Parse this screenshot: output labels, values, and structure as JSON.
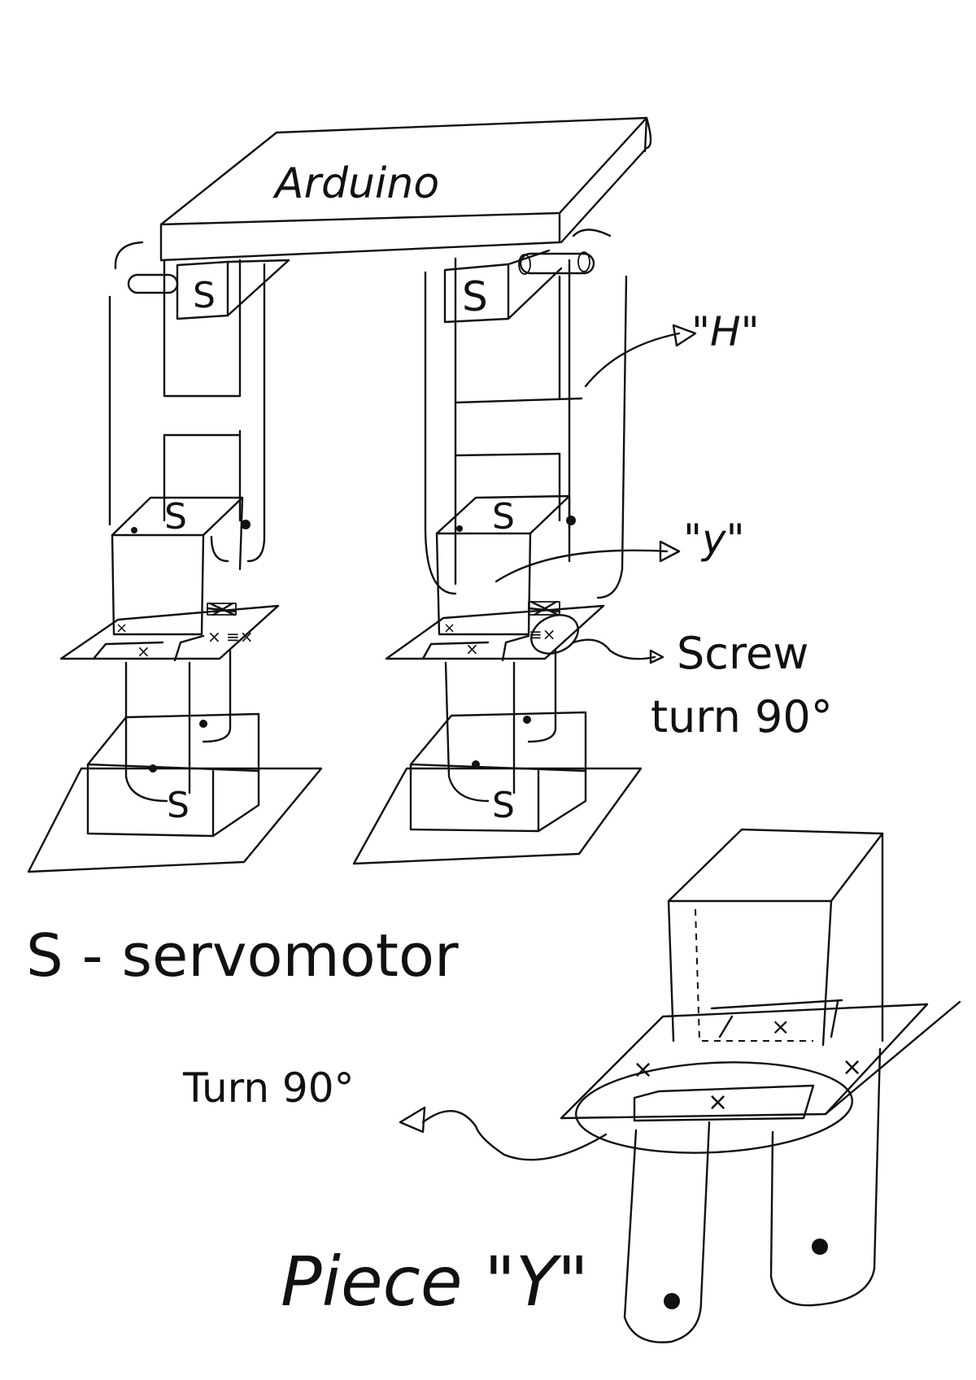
{
  "labels": {
    "arduino": "Arduino",
    "servo_marks": [
      "S",
      "S",
      "S",
      "S",
      "S",
      "S"
    ],
    "piece_h": "\"H\"",
    "piece_y": "\"y\"",
    "screw_line1": "Screw",
    "screw_line2": "turn 90°",
    "legend": "S - servomotor",
    "turn": "Turn 90°",
    "piece_title": "Piece \"Y\""
  },
  "colors": {
    "ink": "#111111",
    "paper": "#ffffff"
  }
}
